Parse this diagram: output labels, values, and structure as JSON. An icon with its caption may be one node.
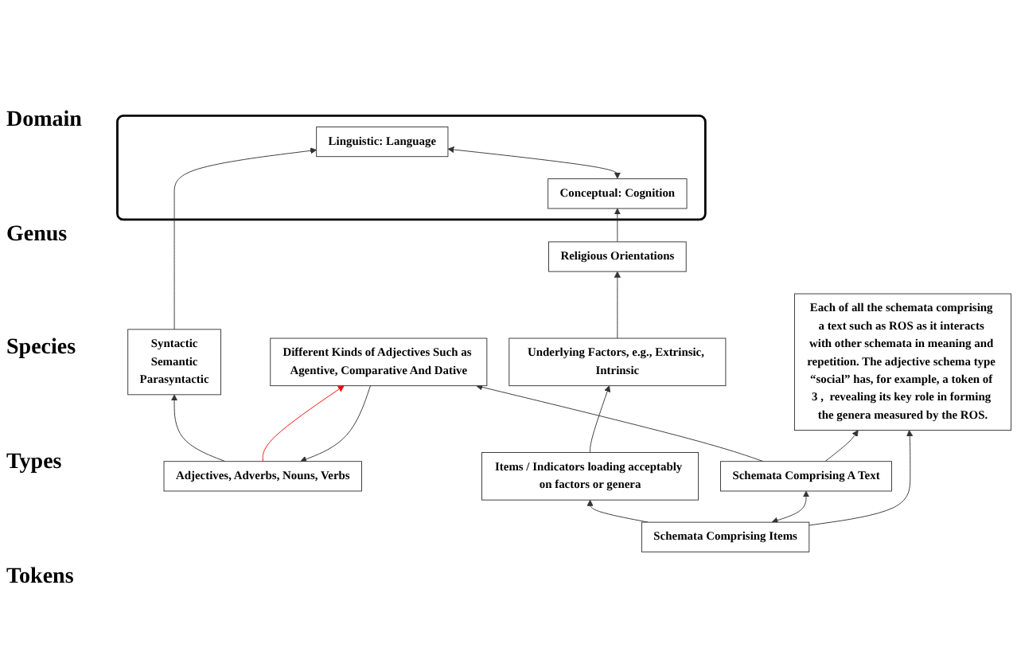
{
  "diagram": {
    "nodes": [
      {
        "text": [],
        "shape": "box"
      },
      {
        "text": [
          "Conceptual: Cognition"
        ],
        "in": 0
      },
      {
        "text": [
          "Linguistic: Language"
        ],
        "in": 0
      },
      {
        "text": [
          "Religious Orientations"
        ]
      },
      {
        "text": [
          "Syntactic",
          "Semantic",
          "Parasyntactic"
        ]
      },
      {
        "text": [
          "Underlying Factors, e.g., Extrinsic, Intrinsic"
        ]
      },
      {
        "text": [
          "Adjectives, Adverbs, Nouns, Verbs"
        ]
      },
      {
        "text": [
          "Items / Indicators loading acceptably on factors or genera"
        ]
      },
      {
        "text": [
          "Different Kinds of Adjectives Such as Agentive, Comparative And Dative"
        ]
      },
      {
        "text": [
          "Schemata Comprising Items"
        ]
      },
      {
        "text": [
          "Schemata Comprising A Text"
        ]
      },
      {
        "text": [
          "Each of all the schemata comprising a text such as ROS as it interacts with other schemata in meaning and repetition. The adjective schema type “social” has, for example, a token of 3 ,  revealing its key role in forming the genera measured by the ROS."
        ]
      }
    ],
    "edges": [
      {
        "from": 1,
        "to": 2,
        "arrow": "both"
      },
      {
        "from": 3,
        "to": 1,
        "arrow": "to"
      },
      {
        "from": 4,
        "to": 2,
        "arrow": "to"
      },
      {
        "from": 5,
        "to": 3,
        "arrow": "to"
      },
      {
        "from": 6,
        "to": 4,
        "arrow": "to"
      },
      {
        "from": 7,
        "to": 5,
        "arrow": "to"
      },
      {
        "from": 8,
        "to": 6,
        "arrow": "to"
      },
      {
        "from": 6,
        "to": 8,
        "arrow": "to",
        "color": "#ff0000"
      },
      {
        "from": 9,
        "to": 7,
        "arrow": "to"
      },
      {
        "from": 10,
        "to": 8,
        "arrow": "to"
      },
      {
        "from": 9,
        "to": 10,
        "arrow": "both"
      },
      {
        "from": 9,
        "to": 11,
        "arrow": "to"
      },
      {
        "from": 10,
        "to": 11,
        "arrow": "to"
      }
    ],
    "labels": [
      "Domain",
      "Genus",
      "Species",
      "Types",
      "Tokens"
    ]
  }
}
